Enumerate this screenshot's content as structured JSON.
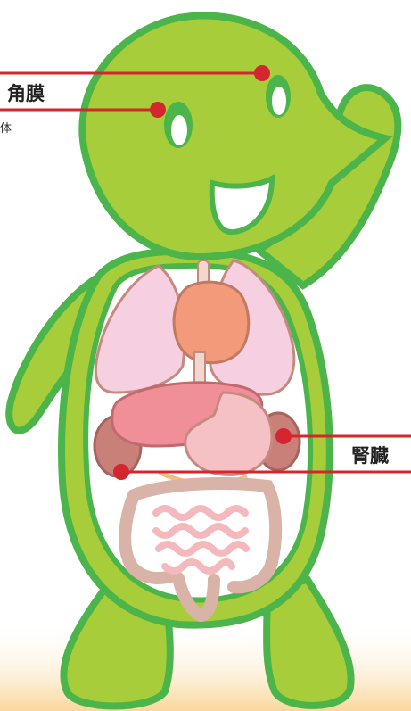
{
  "labels": {
    "cornea": "角膜",
    "body_partial": "体",
    "kidney": "腎臓"
  },
  "colors": {
    "character_green": "#a7cd3a",
    "character_outline": "#4bb44a",
    "belly": "#ffffff",
    "pointer_line": "#d4262e",
    "ground_glow": "#fbd79a",
    "lung": "#f6cfe0",
    "heart": "#f39a7b",
    "liver": "#f08f98",
    "stomach": "#f6c1c4",
    "kidney": "#c98078",
    "intestine": "#d9b3a7",
    "small_intestine": "#f3b9bd"
  }
}
